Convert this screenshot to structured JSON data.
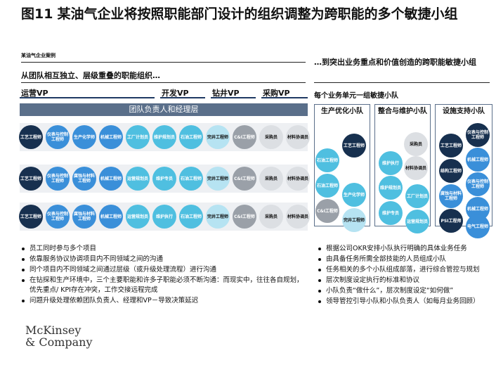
{
  "title": {
    "number": "图11",
    "text": "某油气企业将按照职能部门设计的组织调整为跨职能的多个敏捷小组"
  },
  "source": "某油气企业案例",
  "left_heading": "从团队相互独立、层级重叠的职能组织…",
  "right_heading": "…到突出业务重点和价值创造的跨职能敏捷小组",
  "departments": [
    "运营VP",
    "开发VP",
    "钻井VP",
    "采购VP"
  ],
  "right_subheading": "每个业务单元一组敏捷小队",
  "team_header": "团队负责人和经理层",
  "rows": [
    [
      "工艺工程师",
      "仪表与控制工程师",
      "生产化学师",
      "机械工程师",
      "工厂计划员",
      "维护规划员",
      "石油工程师",
      "完井工程师",
      "C&I工程师",
      "采购员",
      "材料协调员"
    ],
    [
      "工艺工程师",
      "仪表与控制工程师",
      "腐蚀与材料工程师",
      "机械工程师",
      "运营规划员",
      "维护专员",
      "石油工程师",
      "完井工程师",
      "C&I工程师",
      "采购员",
      "材料协调员"
    ],
    [
      "工艺工程师",
      "仪表与控制工程师",
      "腐蚀与材料工程师",
      "机械工程师",
      "运营规划员",
      "维护执行",
      "石油工程师",
      "完井工程师",
      "C&I工程师",
      "采购员",
      "材料协调员"
    ]
  ],
  "squads": [
    {
      "title": "生产优化小队",
      "members": [
        "石油工程师",
        "工艺工程师",
        "石油工程师",
        "生产化学师",
        "C&I工程师",
        "完井工程师"
      ]
    },
    {
      "title": "整合与维护小队",
      "members": [
        "采购员",
        "维护执行",
        "材料协调员",
        "维护规划员",
        "工厂计划员",
        "维护专员",
        "运营规划员"
      ]
    },
    {
      "title": "设施支持小队",
      "members": [
        "工艺工程师",
        "仪表与控制工程师",
        "机械工程师",
        "结构工程师",
        "仪表与控制工程师",
        "腐蚀与材料工程师",
        "机械工程师",
        "PSI工程师",
        "电气工程师"
      ]
    }
  ],
  "left_bullets": [
    "员工同时参与多个项目",
    "依靠服务协议协调项目内不同领域之间的沟通",
    "同个项目内不同领域之间通过层级（或升级处理流程）进行沟通",
    "在钻探和生产环境中，三个主要职能和许多子职能必须不断沟通：而现实中，往往各自规划，优先重点/ KPI存在冲突，工作交接远程完成",
    "问题升级处理依赖团队负责人、经理和VP－导致决策延迟"
  ],
  "right_bullets": [
    "根据公司OKR安排小队执行明确的具体业务任务",
    "由具备任务所需全部技能的人员组成小队",
    "任务相关的多个小队组成部落，进行综合管控与规划",
    "层次制度设定执行的标准和协议",
    "小队负责“做什么”，层次制度设定“如何做”",
    "领导管控引导小队和小队负责人（如每月业务回顾）"
  ],
  "logo": {
    "line1": "McKinsey",
    "line2": "& Company"
  },
  "colors": {
    "navy": "#17304f",
    "blue": "#3a8fd9",
    "teal": "#4fbfe0",
    "light_teal": "#b6e3f2",
    "gray": "#9aa0a8",
    "light_gray": "#dcdfe3",
    "header": "#5a6f8a"
  }
}
